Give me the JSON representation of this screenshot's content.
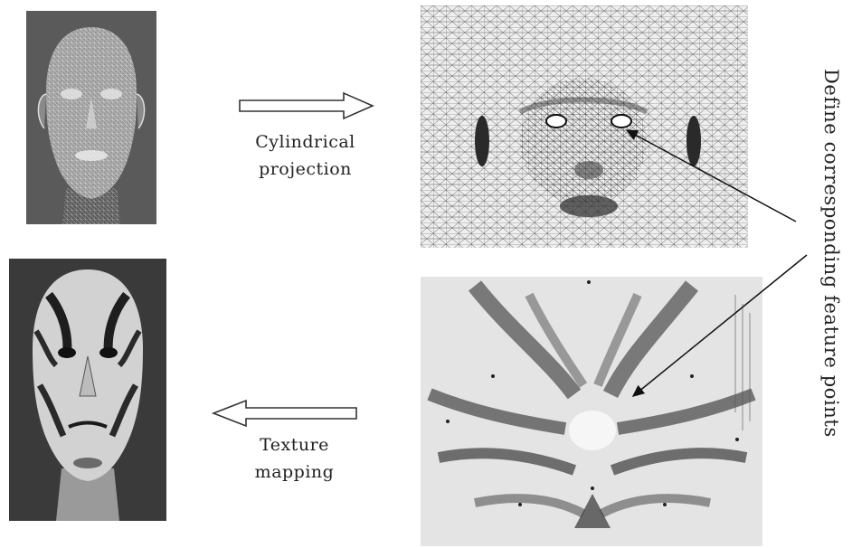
{
  "labels": {
    "cylindrical_line1": "Cylindrical",
    "cylindrical_line2": "projection",
    "texture_line1": "Texture",
    "texture_line2": "mapping",
    "feature_points": "Define corresponding feature points"
  },
  "icons": {
    "arrow_right": "outline-arrow-right-icon",
    "arrow_left": "outline-arrow-left-icon"
  },
  "colors": {
    "ink": "#222222",
    "panel_dark": "#5a5a5a",
    "panel_darker": "#3c3c3c"
  }
}
